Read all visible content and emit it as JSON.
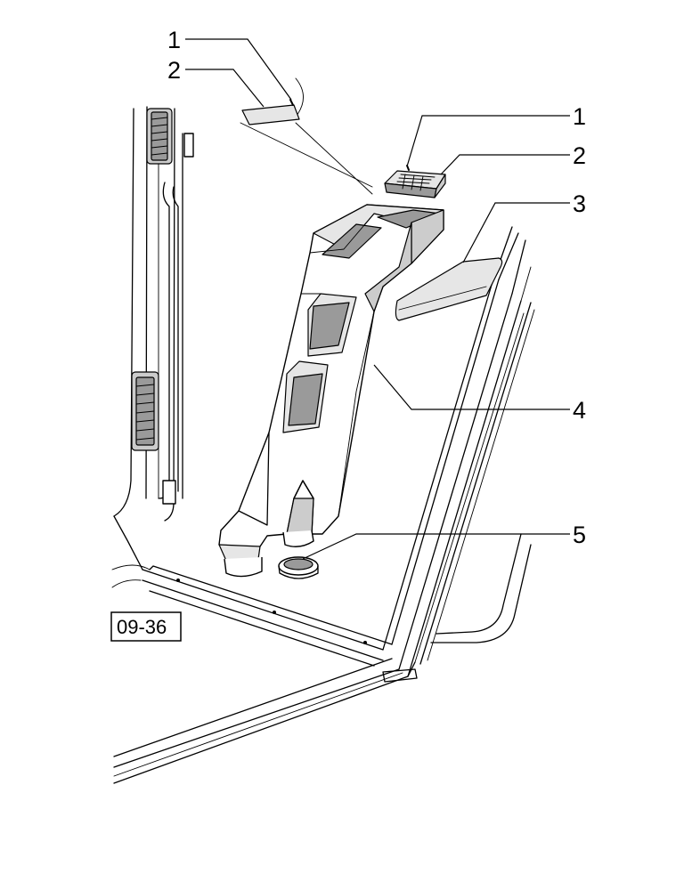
{
  "callouts": [
    {
      "id": "c1-top",
      "number": "1"
    },
    {
      "id": "c2-top",
      "number": "2"
    },
    {
      "id": "c1-right",
      "number": "1"
    },
    {
      "id": "c2-right",
      "number": "2"
    },
    {
      "id": "c3",
      "number": "3"
    },
    {
      "id": "c4",
      "number": "4"
    },
    {
      "id": "c5",
      "number": "5"
    }
  ],
  "reference_box": {
    "label": "09-36"
  },
  "colors": {
    "line": "#000000",
    "background": "#ffffff",
    "shade_light": "#e6e6e6",
    "shade_mid": "#cccccc",
    "shade_dark": "#9a9a9a"
  }
}
